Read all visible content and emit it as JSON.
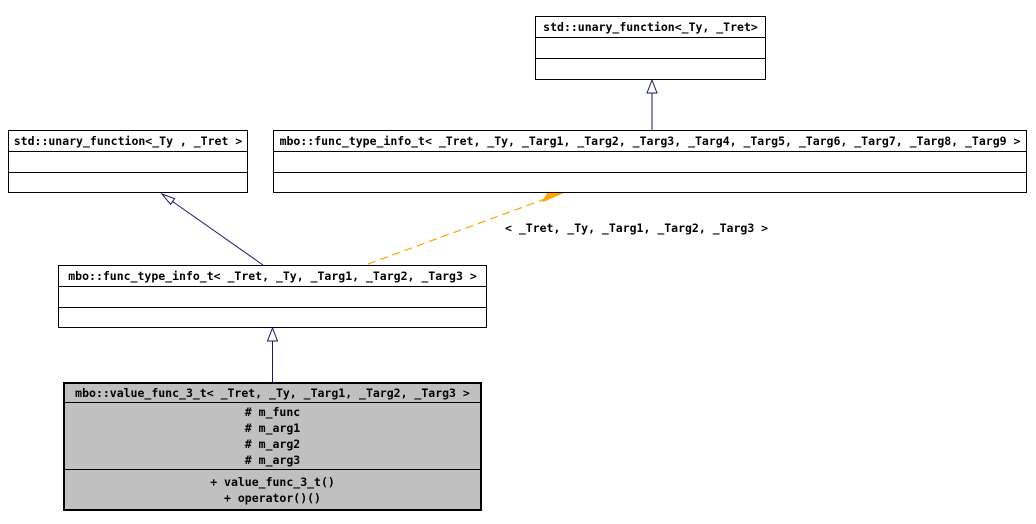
{
  "diagram": {
    "kind": "uml-class-inheritance-graph",
    "colors": {
      "background": "#ffffff",
      "node_fill": "#ffffff",
      "node_border": "#000000",
      "highlight_node_fill": "#c0c0c0",
      "inheritance_edge": "#191970",
      "template_edge": "#ffa500",
      "text": "#000000"
    },
    "nodes": [
      {
        "title": "std::unary_function<_Ty, _Tret>",
        "attributes": [],
        "methods": [],
        "highlighted": false
      },
      {
        "title": "std::unary_function<_Ty , _Tret >",
        "attributes": [],
        "methods": [],
        "highlighted": false
      },
      {
        "title": "mbo::func_type_info_t< _Tret, _Ty, _Targ1, _Targ2, _Targ3, _Targ4, _Targ5, _Targ6, _Targ7, _Targ8, _Targ9 >",
        "attributes": [],
        "methods": [],
        "highlighted": false
      },
      {
        "title": "mbo::func_type_info_t< _Tret, _Ty, _Targ1, _Targ2, _Targ3 >",
        "attributes": [],
        "methods": [],
        "highlighted": false
      },
      {
        "title": "mbo::value_func_3_t< _Tret, _Ty, _Targ1, _Targ2, _Targ3 >",
        "attributes": [
          "# m_func",
          "# m_arg1",
          "# m_arg2",
          "# m_arg3"
        ],
        "methods": [
          "+ value_func_3_t()",
          "+ operator()()"
        ],
        "highlighted": true
      }
    ],
    "edges": [
      {
        "kind": "inheritance",
        "from": 2,
        "to": 0,
        "label": ""
      },
      {
        "kind": "inheritance",
        "from": 3,
        "to": 1,
        "label": ""
      },
      {
        "kind": "inheritance",
        "from": 4,
        "to": 3,
        "label": ""
      },
      {
        "kind": "template-instantiation",
        "from": 3,
        "to": 2,
        "label": "< _Tret, _Ty, _Targ1, _Targ2, _Targ3 >"
      }
    ]
  }
}
